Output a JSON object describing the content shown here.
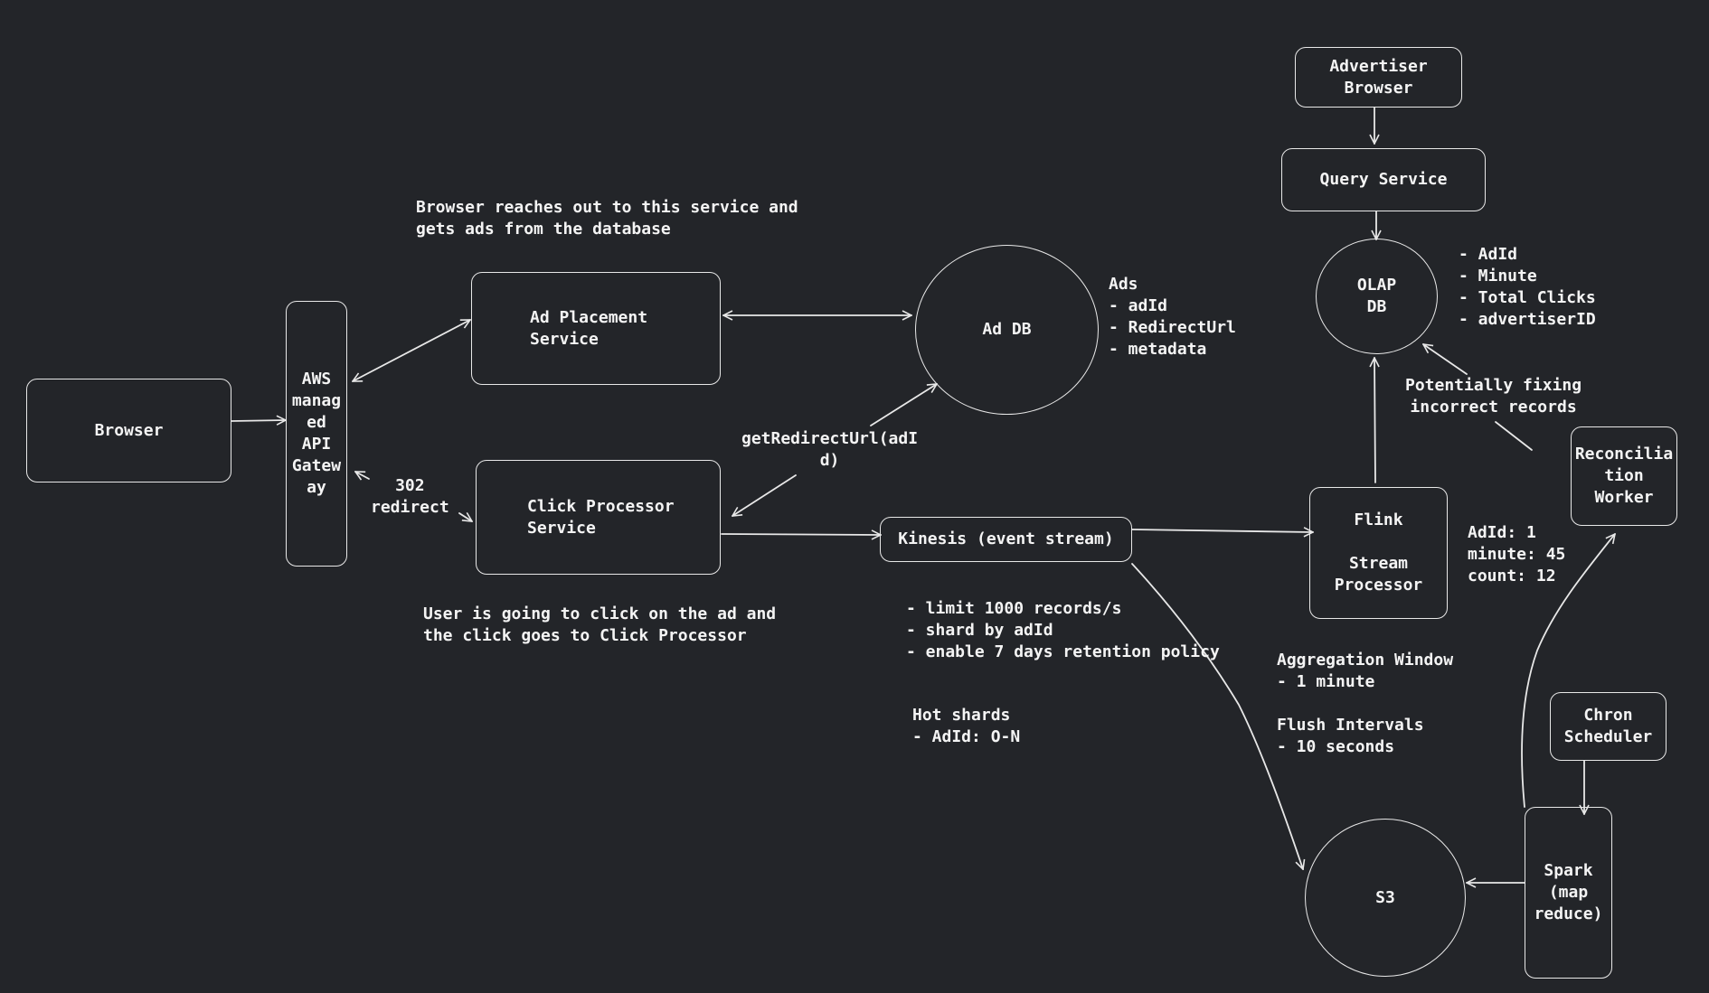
{
  "nodes": {
    "browser": "Browser",
    "api_gateway": "AWS\nmanag\ned\nAPI\nGatew\nay",
    "ad_placement": "Ad Placement\nService",
    "click_processor": "Click Processor\nService",
    "ad_db": "Ad DB",
    "kinesis": "Kinesis (event stream)",
    "flink": "Flink\n\nStream\nProcessor",
    "advertiser_browser": "Advertiser\nBrowser",
    "query_service": "Query Service",
    "olap_db": "OLAP\nDB",
    "reconciliation": "Reconcilia\ntion\nWorker",
    "chron_scheduler": "Chron\nScheduler",
    "spark": "Spark\n(map\nreduce)",
    "s3": "S3"
  },
  "notes": {
    "ad_placement_desc": "Browser reaches out to this service and\ngets ads from the database",
    "click_desc": "User is going to click on the ad and\nthe click goes to Click Processor",
    "redirect": "302\nredirect",
    "get_redirect": "getRedirectUrl(adI\nd)",
    "ads_schema": "Ads\n- adId\n- RedirectUrl\n- metadata",
    "kinesis_config": "- limit 1000 records/s\n- shard by adId\n- enable 7 days retention policy",
    "hot_shards": "Hot shards\n- AdId: O-N",
    "olap_schema": "- AdId\n- Minute\n- Total Clicks\n- advertiserID",
    "fixing": "Potentially fixing\nincorrect records",
    "sample_record": "AdId: 1\nminute: 45\ncount: 12",
    "aggregation": "Aggregation Window\n- 1 minute\n\nFlush Intervals\n- 10 seconds"
  },
  "colors": {
    "background": "#232529",
    "stroke": "#e8e8e8",
    "text": "#f4f4f4"
  }
}
